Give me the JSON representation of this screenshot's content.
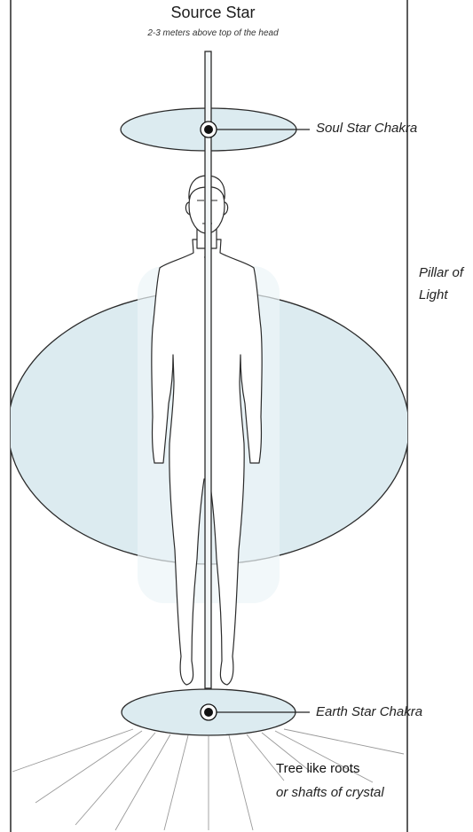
{
  "title": "Source Star",
  "subtitle": "2-3 meters above top of the head",
  "labels": {
    "soul_star": "Soul Star Chakra",
    "pillar_line1": "Pillar of",
    "pillar_line2": "Light",
    "earth_star": "Earth Star Chakra",
    "roots_line1": "Tree like roots",
    "roots_line2": "or shafts of crystal"
  },
  "colors": {
    "aura_fill": "#dcebf0",
    "outline": "#2a2a2a",
    "marker": "#111111"
  }
}
